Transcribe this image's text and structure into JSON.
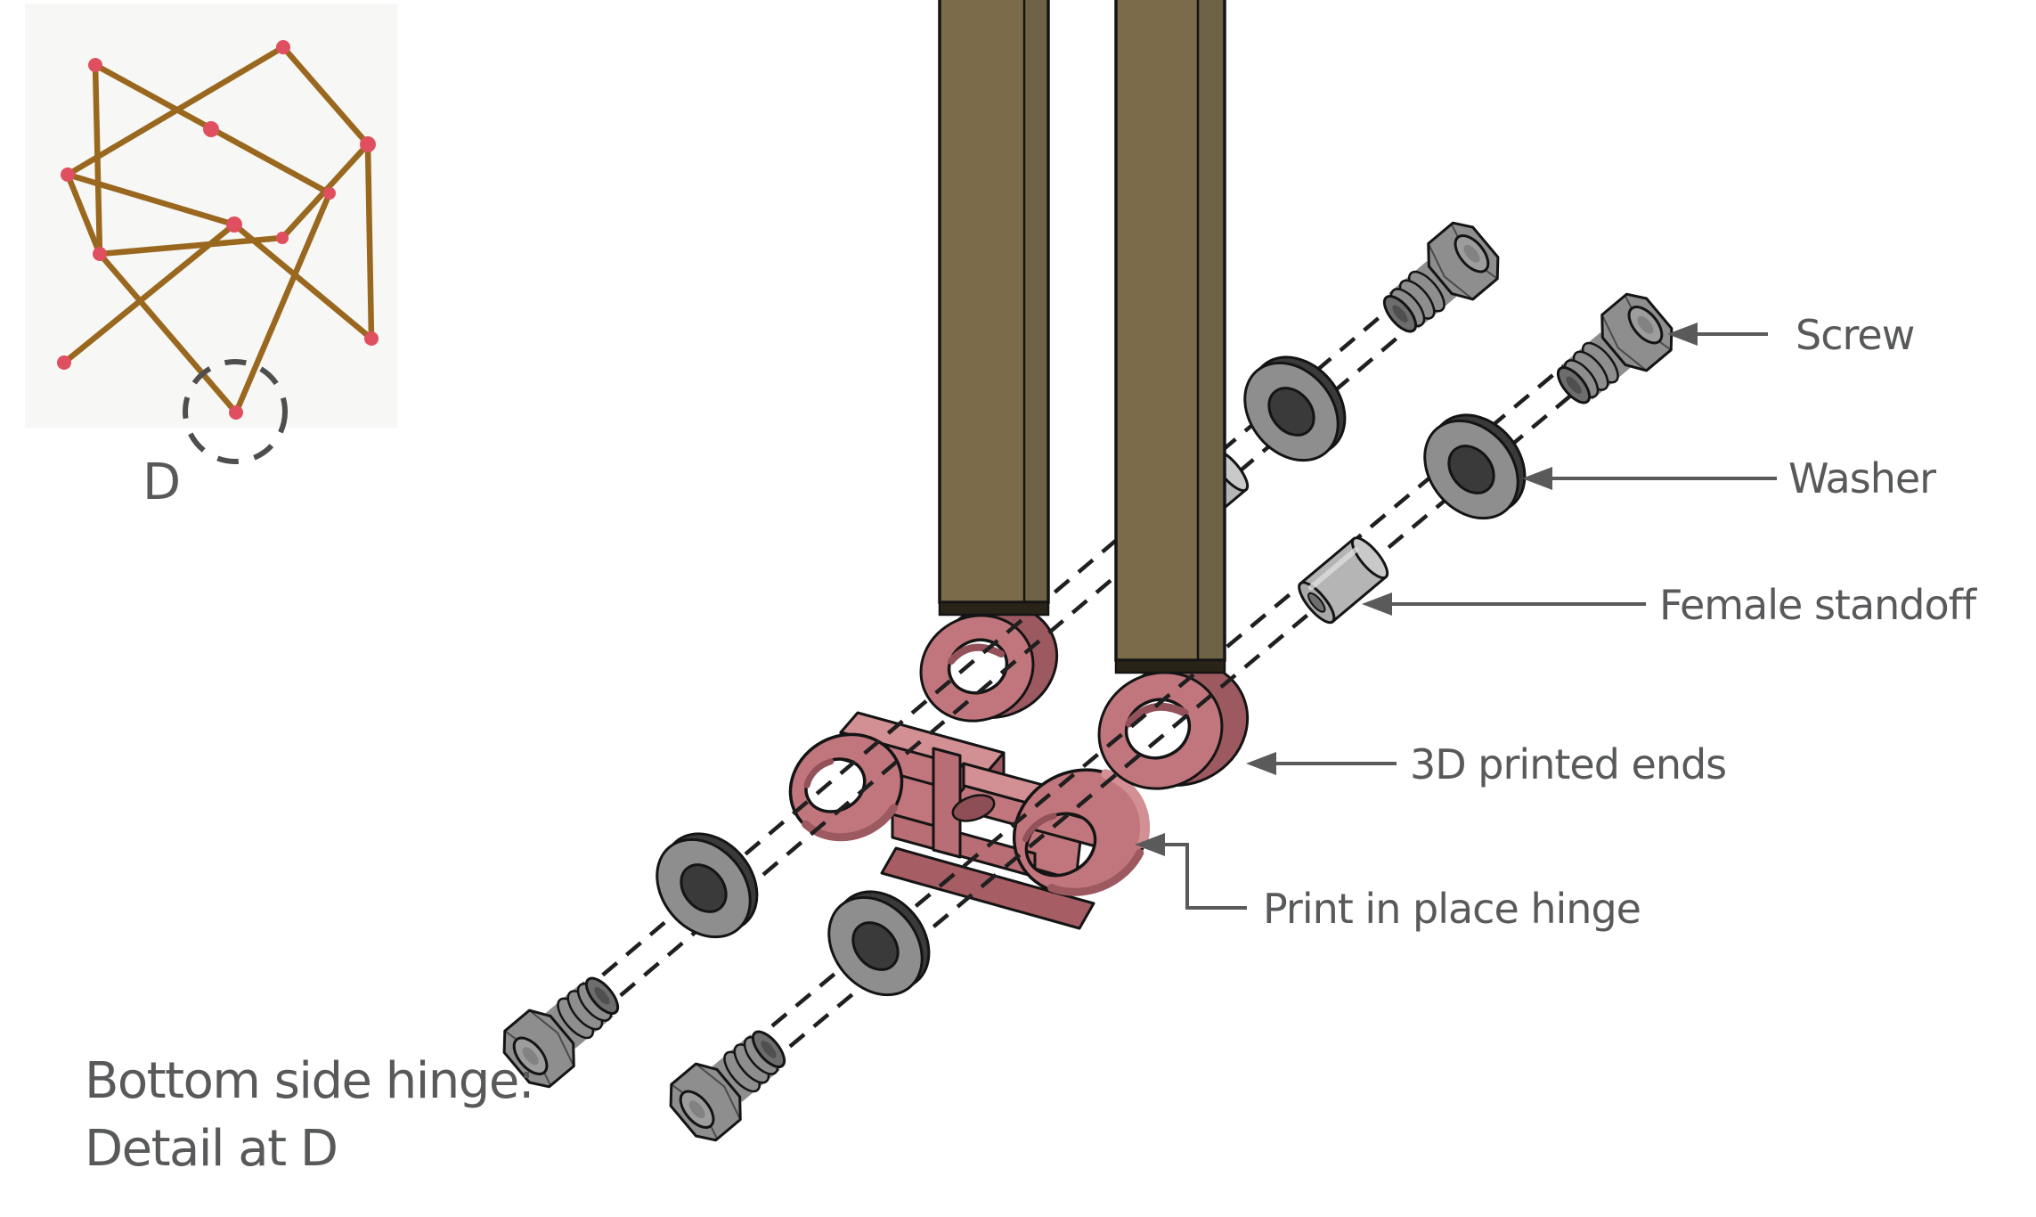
{
  "inset": {
    "detail_letter": "D",
    "description": "photo of folded scissor-linkage stick structure with red printed joints",
    "detail_marker": "dashed circle around bottom hinge vertex"
  },
  "caption": {
    "line1": "Bottom side hinge:",
    "line2": "Detail at D"
  },
  "part_labels": {
    "screw": "Screw",
    "washer": "Washer",
    "female_standoff": "Female standoff",
    "printed_ends": "3D printed ends",
    "hinge": "Print in place hinge"
  },
  "parts_present": [
    "screw",
    "washer",
    "female standoff",
    "3D printed ends",
    "print in place hinge",
    "wood bars"
  ],
  "counts": {
    "screws": 4,
    "washers": 4,
    "standoffs": 2,
    "printed_ends": 2,
    "hinges": 1,
    "wood_bars": 2
  },
  "colors": {
    "label_text": "#58595b",
    "leader": "#5a5a5a",
    "wood_front": "#7c6b4b",
    "wood_side": "#6e6247",
    "pink_light": "#d28f94",
    "pink_mid": "#c1767d",
    "pink_dark": "#9d5960",
    "hardware_gray": "#8e8e8e",
    "standoff_gray": "#b5b5b5",
    "joint_red": "#e04f5f",
    "inset_wood": "#99681e"
  }
}
